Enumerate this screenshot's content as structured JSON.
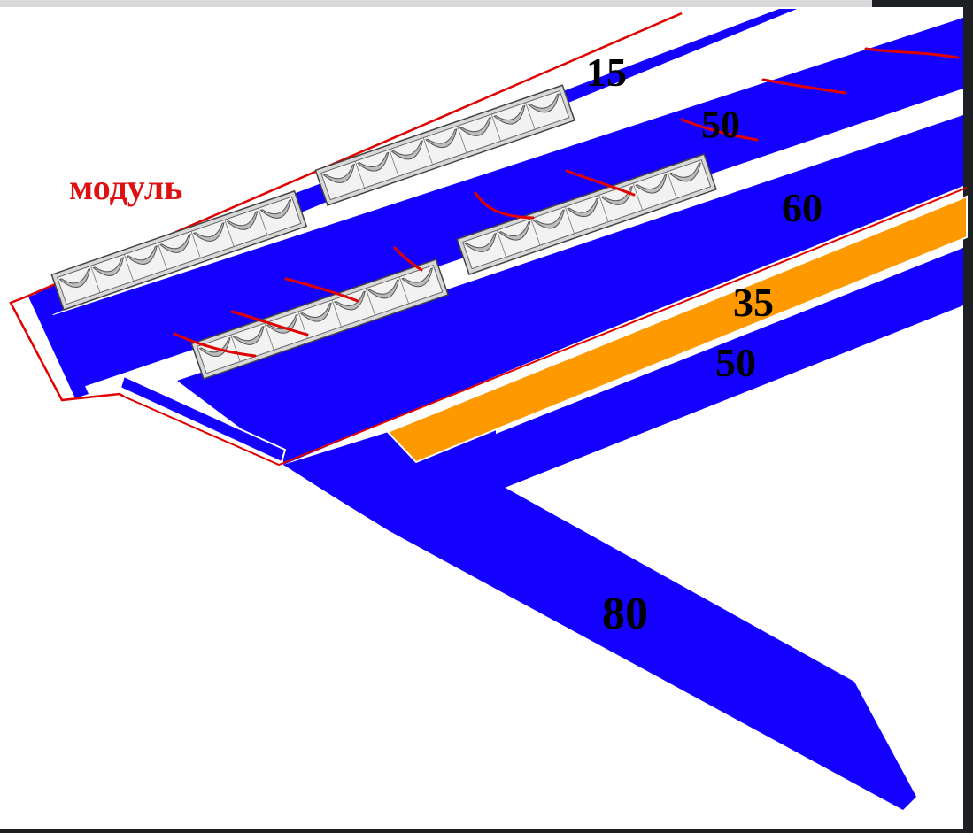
{
  "diagram": {
    "module_label": "модуль",
    "dimensions": {
      "d15": "15",
      "d50_upper": "50",
      "d60": "60",
      "d35": "35",
      "d50_lower": "50",
      "d80": "80"
    },
    "module_cells_per_panel": 7,
    "colors": {
      "beam": "#1400ff",
      "insulation": "#ff9900",
      "outline": "#e00000",
      "text": "#000000",
      "label": "#dd1111",
      "frame": "#1e1f22",
      "canvas": "#ffffff"
    }
  }
}
